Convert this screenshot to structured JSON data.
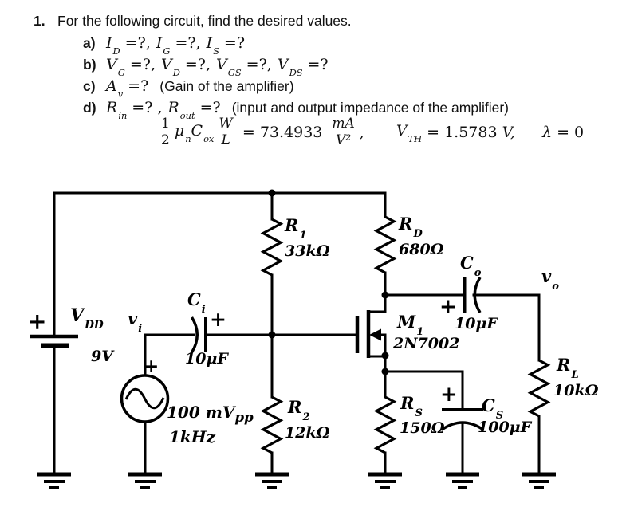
{
  "problem": {
    "number": "1.",
    "intro": "For the following circuit, find the desired values.",
    "items": {
      "a": {
        "label": "a)",
        "v1": "I",
        "s1": "D",
        "o1": "=?,",
        "v2": "I",
        "s2": "G",
        "o2": "=?,",
        "v3": "I",
        "s3": "S",
        "o3": "=?"
      },
      "b": {
        "label": "b)",
        "v1": "V",
        "s1": "G",
        "o1": "=?,",
        "v2": "V",
        "s2": "D",
        "o2": "=?,",
        "v3": "V",
        "s3": "GS",
        "o3": "=?,",
        "v4": "V",
        "s4": "DS",
        "o4": "=?"
      },
      "c": {
        "label": "c)",
        "v1": "A",
        "s1": "v",
        "o1": "=?",
        "note": "(Gain of the amplifier)"
      },
      "d": {
        "label": "d)",
        "v1": "R",
        "s1": "in",
        "o1": "=? ,",
        "v2": "R",
        "s2": "out",
        "o2": "=?",
        "note": "(input and output impedance of the amplifier)"
      }
    },
    "formula": {
      "f1n": "1",
      "f1d": "2",
      "mu": "μ",
      "mu_sub": "n",
      "c": "C",
      "c_sub": "ox",
      "f2n": "W",
      "f2d": "L",
      "eq": "= 73.4933",
      "f3n": "mA",
      "f3d": "V²",
      "comma": ",",
      "vth": "V",
      "vth_sub": "TH",
      "vth_eq": "= 1.5783",
      "vth_unit": "V,",
      "lambda": "λ",
      "lambda_eq": "= 0"
    }
  },
  "circuit": {
    "vdd": {
      "main": "V",
      "sub": "DD"
    },
    "vdd_plus": "+",
    "vdd_value": "9V",
    "vi": {
      "main": "v",
      "sub": "i"
    },
    "src_plus": "+",
    "src_amp": {
      "main": "100 mV",
      "sub": "pp"
    },
    "src_freq": "1kHz",
    "ci": {
      "main": "C",
      "sub": "i"
    },
    "ci_plus": "+",
    "ci_value": "10μF",
    "r1": {
      "main": "R",
      "sub": "1"
    },
    "r1_value": "33kΩ",
    "r2": {
      "main": "R",
      "sub": "2"
    },
    "r2_value": "12kΩ",
    "rd": {
      "main": "R",
      "sub": "D"
    },
    "rd_value": "680Ω",
    "m1": {
      "main": "M",
      "sub": "1"
    },
    "m1_part": "2N7002",
    "co": {
      "main": "C",
      "sub": "o"
    },
    "co_plus": "+",
    "co_value": "10μF",
    "vo": {
      "main": "v",
      "sub": "o"
    },
    "rl": {
      "main": "R",
      "sub": "L"
    },
    "rl_value": "10kΩ",
    "rs": {
      "main": "R",
      "sub": "S"
    },
    "rs_value": "150Ω",
    "cs": {
      "main": "C",
      "sub": "S"
    },
    "cs_plus": "+",
    "cs_value": "100μF"
  }
}
